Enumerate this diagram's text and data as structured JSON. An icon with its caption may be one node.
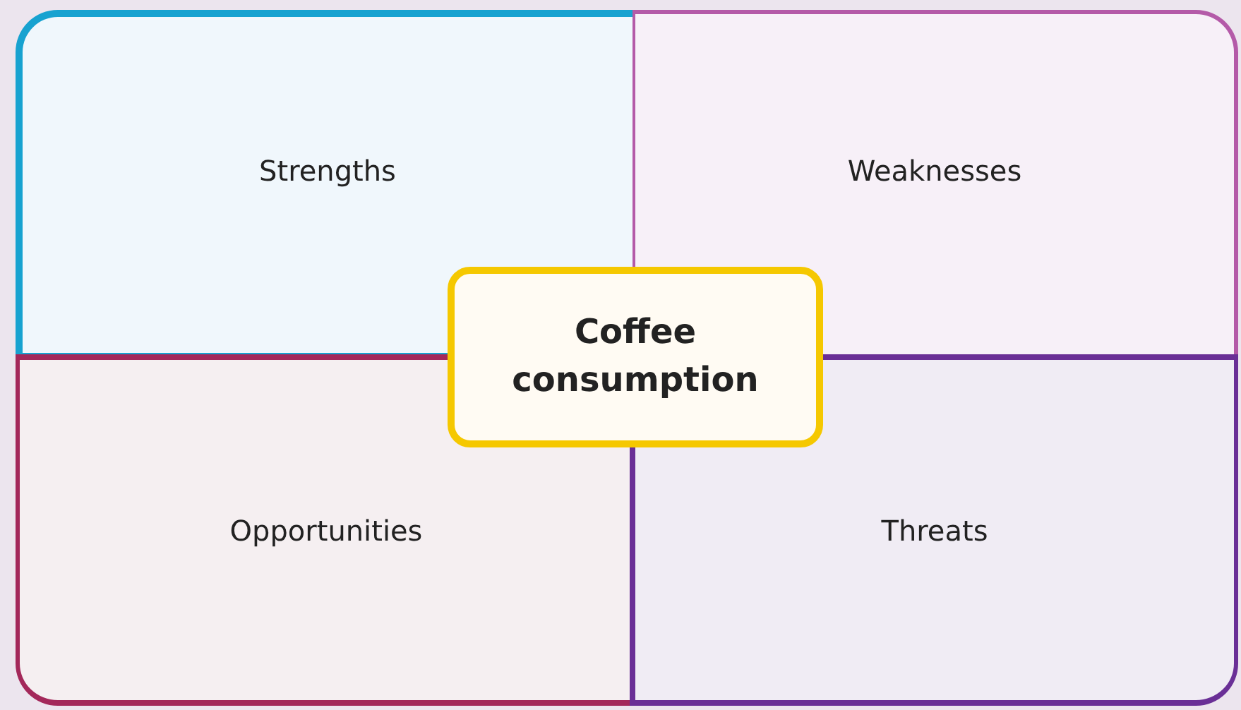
{
  "diagram": {
    "nodes": [
      {
        "text": [
          "Strengths"
        ]
      },
      {
        "text": [
          "Weaknesses"
        ]
      },
      {
        "text": [
          "Opportunities"
        ]
      },
      {
        "text": [
          "Threats"
        ]
      },
      {
        "text": [
          "Coffee consumption"
        ]
      }
    ]
  }
}
